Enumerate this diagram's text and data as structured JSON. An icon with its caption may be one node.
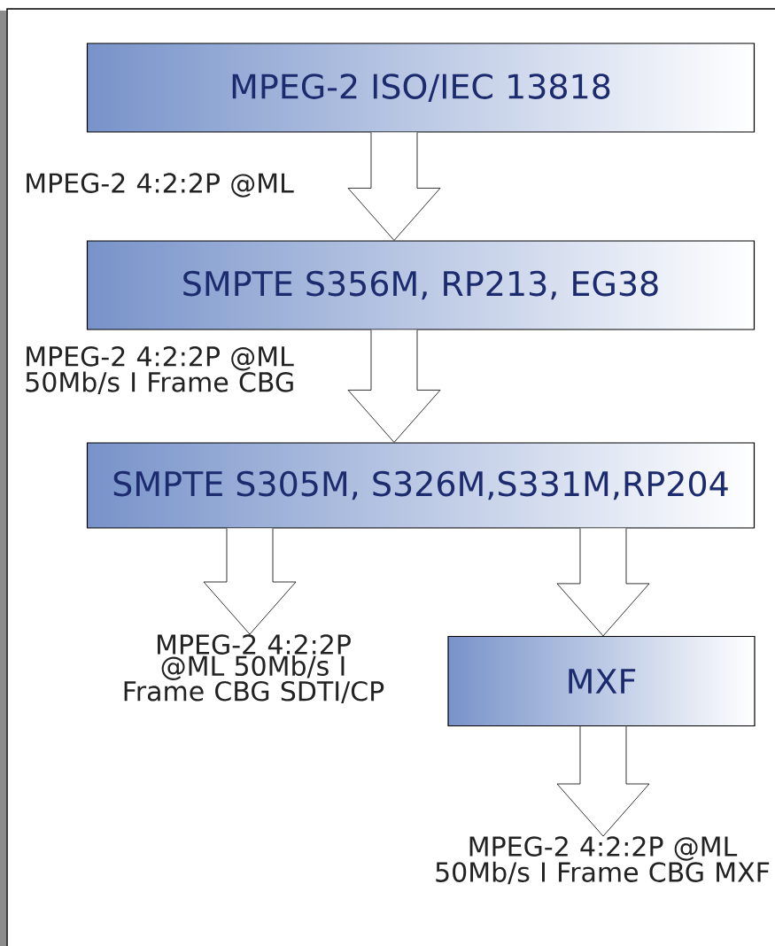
{
  "diagram": {
    "nodes": [
      {
        "text": [
          "MPEG-2 ISO/IEC 13818"
        ]
      },
      {
        "text": [
          "SMPTE S356M, RP213, EG38"
        ]
      },
      {
        "text": [
          "SMPTE S305M, S326M,S331M,RP204"
        ]
      },
      {
        "text": [
          "MPEG-2 4:2:2P @ML 50Mb/s I Frame CBG SDTI/CP"
        ]
      },
      {
        "text": [
          "MXF"
        ]
      },
      {
        "text": [
          "MPEG-2 4:2:2P @ML 50Mb/s I Frame CBG MXF"
        ]
      }
    ],
    "edges": [
      {
        "from": 0,
        "to": 1,
        "arrow": "to",
        "label": "MPEG-2 4:2:2P @ML"
      },
      {
        "from": 1,
        "to": 2,
        "arrow": "to",
        "label": "MPEG-2 4:2:2P @ML 50Mb/s I Frame CBG"
      },
      {
        "from": 2,
        "to": 3,
        "arrow": "to"
      },
      {
        "from": 2,
        "to": 4,
        "arrow": "to"
      },
      {
        "from": 4,
        "to": 5,
        "arrow": "to"
      }
    ]
  }
}
